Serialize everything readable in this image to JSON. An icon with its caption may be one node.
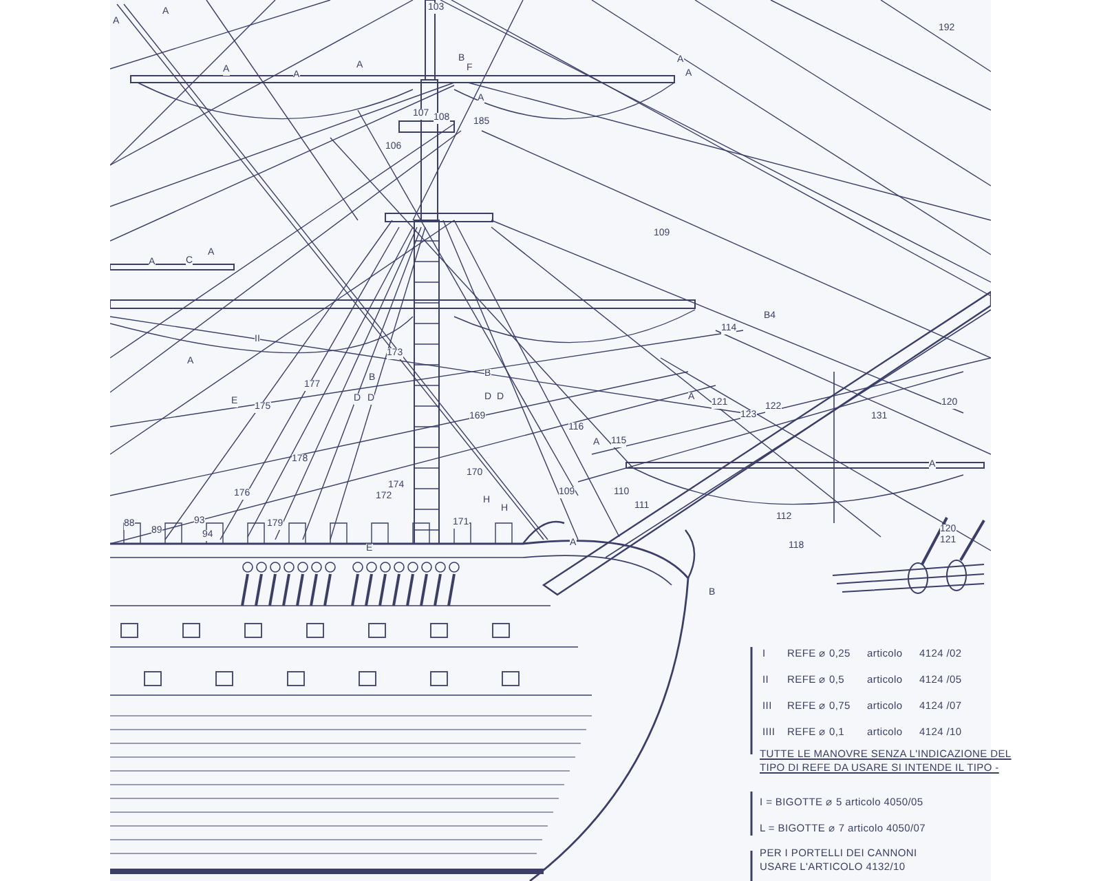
{
  "diagram": {
    "labels": [
      "103",
      "192",
      "107",
      "108",
      "185",
      "106",
      "109",
      "114",
      "B4",
      "II",
      "173",
      "177",
      "175",
      "121",
      "123",
      "122",
      "120",
      "169",
      "131",
      "116",
      "115",
      "178",
      "170",
      "174",
      "176",
      "172",
      "109",
      "110",
      "111",
      "112",
      "88",
      "89",
      "93",
      "94",
      "179",
      "171",
      "118",
      "120",
      "121",
      "A",
      "A",
      "A",
      "A",
      "A",
      "A",
      "A",
      "A",
      "A",
      "C",
      "A",
      "B",
      "F",
      "A",
      "E",
      "B",
      "D",
      "D",
      "B",
      "D",
      "D",
      "H",
      "H",
      "E",
      "A",
      "A",
      "A",
      "A",
      "B",
      "I",
      "REFE",
      "⌀ 0,25",
      "articolo",
      "4124 /02",
      "II",
      "REFE",
      "⌀ 0,5",
      "articolo",
      "4124 /05",
      "III",
      "REFE",
      "⌀ 0,75",
      "articolo",
      "4124 /07",
      "IIII",
      "REFE",
      "⌀ 0,1",
      "articolo",
      "4124 /10",
      "TUTTE LE MANOVRE SENZA L'INDICAZIONE DEL TIPO DI REFE DA USARE SI INTENDE IL TIPO -",
      "I = BIGOTTE ⌀ 5 articolo 4050/05",
      "L = BIGOTTE ⌀ 7 articolo 4050/07",
      "PER I PORTELLI DEI CANNONI USARE L'ARTICOLO 4132/10"
    ]
  }
}
